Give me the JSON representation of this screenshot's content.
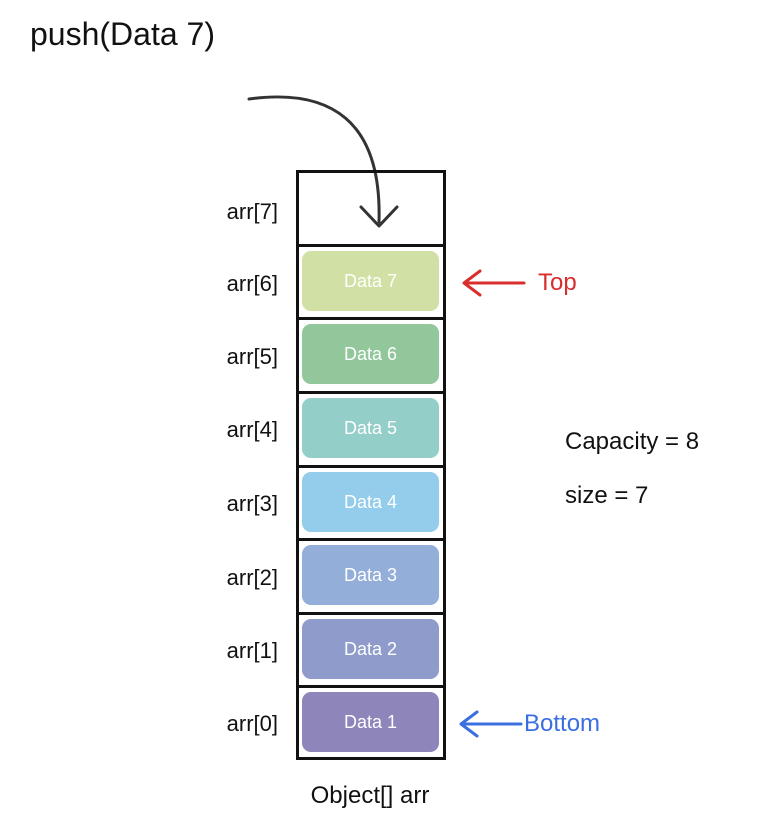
{
  "title": "push(Data 7)",
  "caption": "Object[] arr",
  "slots": [
    {
      "index_label": "arr[7]",
      "value": "",
      "color": ""
    },
    {
      "index_label": "arr[6]",
      "value": "Data 7",
      "color": "#d1e0a4"
    },
    {
      "index_label": "arr[5]",
      "value": "Data 6",
      "color": "#92c69b"
    },
    {
      "index_label": "arr[4]",
      "value": "Data 5",
      "color": "#93cec9"
    },
    {
      "index_label": "arr[3]",
      "value": "Data 4",
      "color": "#94cceb"
    },
    {
      "index_label": "arr[2]",
      "value": "Data 3",
      "color": "#92aed9"
    },
    {
      "index_label": "arr[1]",
      "value": "Data 2",
      "color": "#8f9ccb"
    },
    {
      "index_label": "arr[0]",
      "value": "Data 1",
      "color": "#8e85bb"
    }
  ],
  "pointers": {
    "top": {
      "label": "Top",
      "color": "#d92e2e"
    },
    "bottom": {
      "label": "Bottom",
      "color": "#3b6fe0"
    }
  },
  "info": {
    "capacity": "Capacity = 8",
    "size": "size = 7"
  }
}
